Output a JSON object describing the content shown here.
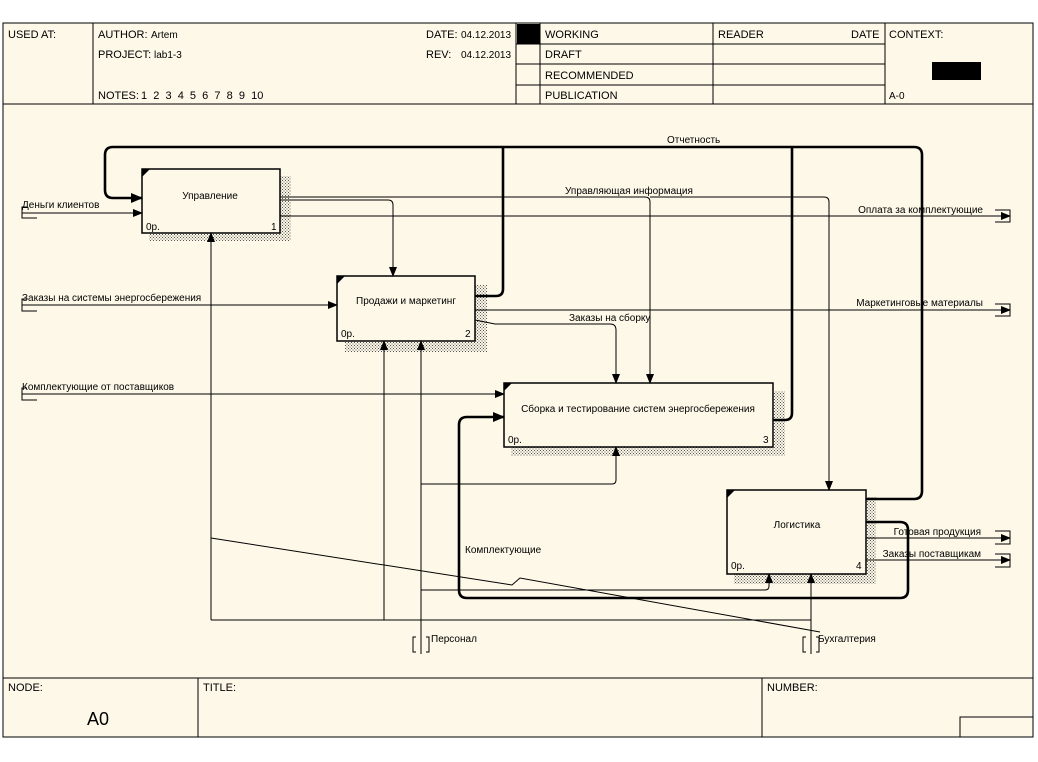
{
  "header": {
    "used_at_label": "USED AT:",
    "author_label": "AUTHOR:",
    "author": "Artem",
    "project_label": "PROJECT:",
    "project": "lab1-3",
    "notes_label": "NOTES:",
    "notes_numbers": "1  2  3  4  5  6  7  8  9  10",
    "date_label": "DATE:",
    "date": "04.12.2013",
    "rev_label": "REV:",
    "rev": "04.12.2013",
    "status": [
      "WORKING",
      "DRAFT",
      "RECOMMENDED",
      "PUBLICATION"
    ],
    "reader_label": "READER",
    "reader_date_label": "DATE",
    "context_label": "CONTEXT:",
    "context_node": "A-0"
  },
  "boxes": [
    {
      "name": "Управление",
      "cost": "0р.",
      "number": "1"
    },
    {
      "name": "Продажи и маркетинг",
      "cost": "0р.",
      "number": "2"
    },
    {
      "name": "Сборка и тестирование систем энергосбережения",
      "cost": "0р.",
      "number": "3"
    },
    {
      "name": "Логистика",
      "cost": "0р.",
      "number": "4"
    }
  ],
  "arrows": {
    "inputs": [
      "Деньги клиентов",
      "Заказы на системы энергосбережения",
      "Комплектующие от поставщиков"
    ],
    "outputs": [
      "Оплата за комплектующие",
      "Маркетинговые материалы",
      "Готовая продукция",
      "Заказы поставщикам"
    ],
    "internal": [
      "Отчетность",
      "Управляющая информация",
      "Заказы на сборку",
      "Комплектующие"
    ],
    "mechanisms": [
      "Персонал",
      "Бухгалтерия"
    ]
  },
  "footer": {
    "node_label": "NODE:",
    "node_value": "A0",
    "title_label": "TITLE:",
    "number_label": "NUMBER:"
  }
}
